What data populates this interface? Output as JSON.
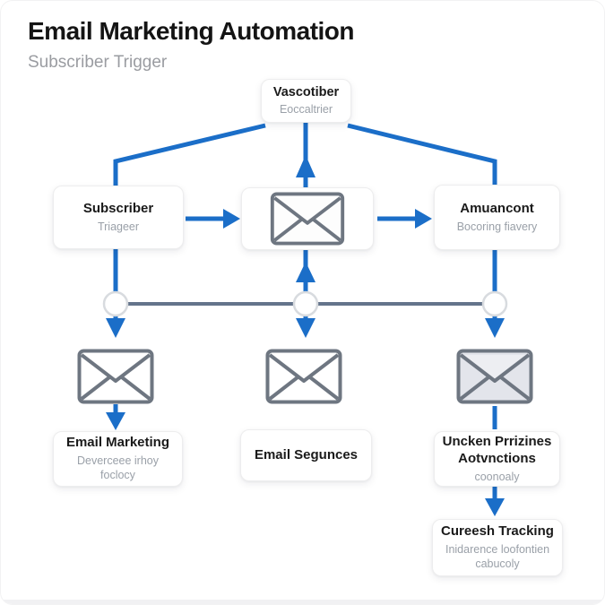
{
  "header": {
    "title": "Email Marketing Automation",
    "subtitle": "Subscriber Trigger"
  },
  "nodes": {
    "trigger_top": {
      "title": "Vascotiber",
      "subtitle": "Eoccaltrier"
    },
    "subscriber": {
      "title": "Subscriber",
      "subtitle": "Triageer"
    },
    "audience": {
      "title": "Amuancont",
      "subtitle": "Bocoring fiavery"
    },
    "email_marketing": {
      "title": "Email Marketing",
      "subtitle_line1": "Deverceee irhoy",
      "subtitle_line2": "foclocy"
    },
    "email_sequences": {
      "title": "Email Segunces"
    },
    "unknown_actions": {
      "title_line1": "Uncken Prrizines",
      "title_line2": "Aotvnctions",
      "subtitle": "coonoaly"
    },
    "tracking": {
      "title": "Cureesh Tracking",
      "subtitle_line1": "Inidarence loofontien",
      "subtitle_line2": "cabucoly"
    }
  },
  "icons": {
    "envelope": "envelope-icon"
  },
  "colors": {
    "accent_blue": "#1b6ec8",
    "connector_gray": "#64748b",
    "circle_border": "#d8dbdf",
    "envelope_stroke": "#6e7681",
    "envelope_highlight_fill": "#e3e5eb",
    "title_text": "#141414",
    "muted_text": "#9aa0a8"
  }
}
